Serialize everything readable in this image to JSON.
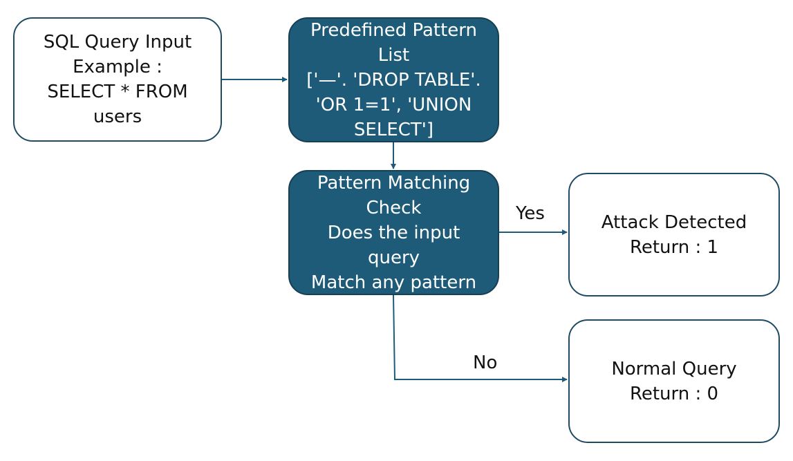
{
  "nodes": {
    "input": {
      "lines": [
        "SQL Query Input",
        "Example :",
        "SELECT * FROM",
        "users"
      ]
    },
    "pattern_list": {
      "lines": [
        "Predefined Pattern",
        "List",
        "['—'. 'DROP TABLE'.",
        "'OR 1=1', 'UNION",
        "SELECT']"
      ]
    },
    "pattern_check": {
      "lines": [
        "Pattern Matching",
        "Check",
        "Does the input",
        "query",
        "Match any pattern"
      ]
    },
    "attack": {
      "lines": [
        "Attack Detected",
        "Return : 1"
      ]
    },
    "normal": {
      "lines": [
        "Normal Query",
        "Return : 0"
      ]
    }
  },
  "edges": {
    "yes_label": "Yes",
    "no_label": "No"
  },
  "colors": {
    "dark_node_fill": "#1e5b78",
    "connector": "#1e5b78"
  }
}
